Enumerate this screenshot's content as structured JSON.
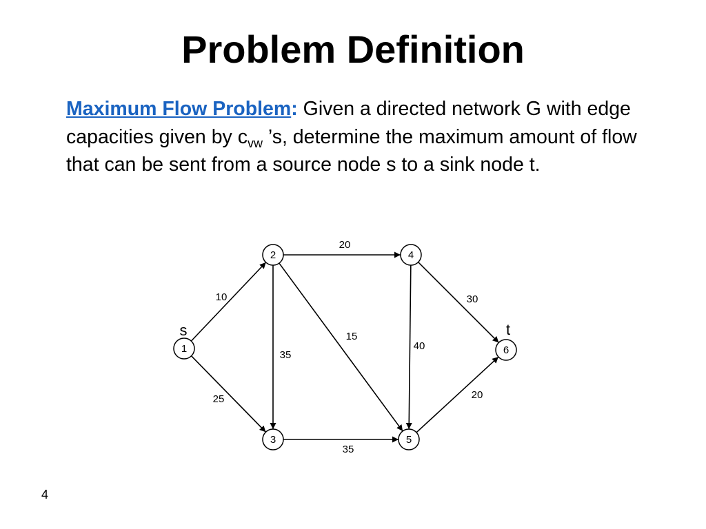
{
  "slide": {
    "title": "Problem Definition",
    "definition": {
      "term": "Maximum Flow Problem",
      "colon": ":",
      "text_before_subscript": " Given a directed network G with edge capacities given by c",
      "subscript": "vw",
      "text_after_subscript": " ’s, determine the maximum amount of flow that can be sent from a source node s to a sink node t."
    },
    "page_number": "4"
  },
  "diagram": {
    "nodes": [
      {
        "id": "1",
        "label": "1",
        "tag": "s"
      },
      {
        "id": "2",
        "label": "2"
      },
      {
        "id": "3",
        "label": "3"
      },
      {
        "id": "4",
        "label": "4"
      },
      {
        "id": "5",
        "label": "5"
      },
      {
        "id": "6",
        "label": "6",
        "tag": "t"
      }
    ],
    "edges": [
      {
        "from": "1",
        "to": "2",
        "capacity": "10"
      },
      {
        "from": "1",
        "to": "3",
        "capacity": "25"
      },
      {
        "from": "2",
        "to": "4",
        "capacity": "20"
      },
      {
        "from": "2",
        "to": "3",
        "capacity": "35"
      },
      {
        "from": "2",
        "to": "5",
        "capacity": "15"
      },
      {
        "from": "4",
        "to": "5",
        "capacity": "40"
      },
      {
        "from": "4",
        "to": "6",
        "capacity": "30"
      },
      {
        "from": "3",
        "to": "5",
        "capacity": "35"
      },
      {
        "from": "5",
        "to": "6",
        "capacity": "20"
      }
    ]
  }
}
